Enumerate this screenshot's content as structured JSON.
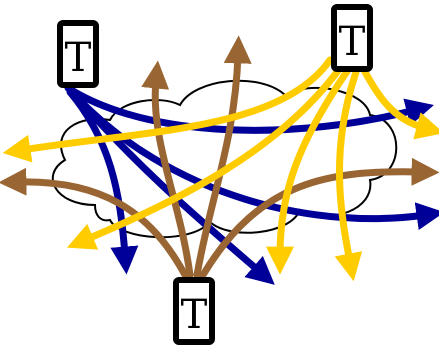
{
  "nodes": {
    "left": {
      "label": "T"
    },
    "right": {
      "label": "T"
    },
    "bottom": {
      "label": "T"
    }
  },
  "arrow_groups": {
    "from_left": {
      "color": "#000099"
    },
    "from_right": {
      "color": "#FFCC00"
    },
    "from_bottom": {
      "color": "#996633"
    }
  },
  "cloud": {
    "fill": "#ffffff",
    "stroke": "#000000"
  }
}
